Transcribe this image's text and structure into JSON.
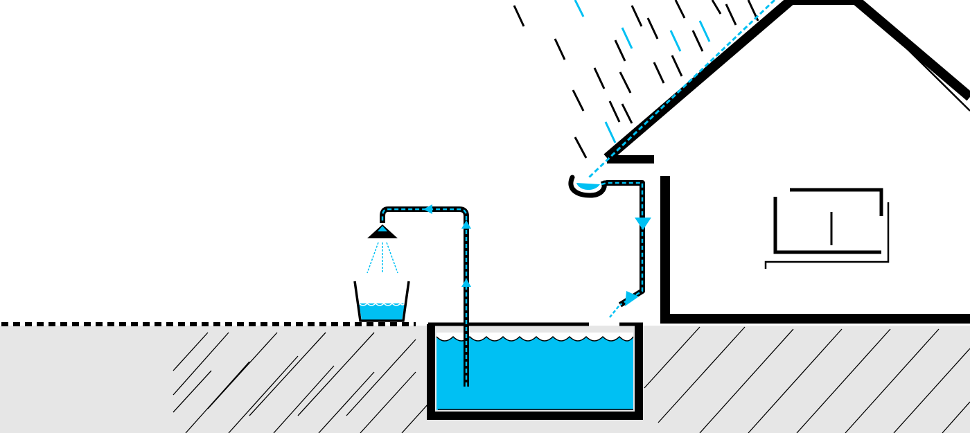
{
  "colors": {
    "ink": "#000000",
    "water": "#00c0f3",
    "ground": "#e6e6e6",
    "background": "#ffffff"
  },
  "elements": {
    "house": "house",
    "roof": "pitched-roof",
    "window": "window",
    "gutter": "rain-gutter",
    "downpipe": "downpipe",
    "tank": "underground-rainwater-tank",
    "pump_pipe": "supply-pipe",
    "sprinkler": "shower-head-icon",
    "bucket": "bucket",
    "ground": "hatched-ground"
  },
  "flow": [
    "rain",
    "roof",
    "gutter",
    "downpipe",
    "tank",
    "supply-pipe",
    "sprinkler",
    "bucket"
  ]
}
